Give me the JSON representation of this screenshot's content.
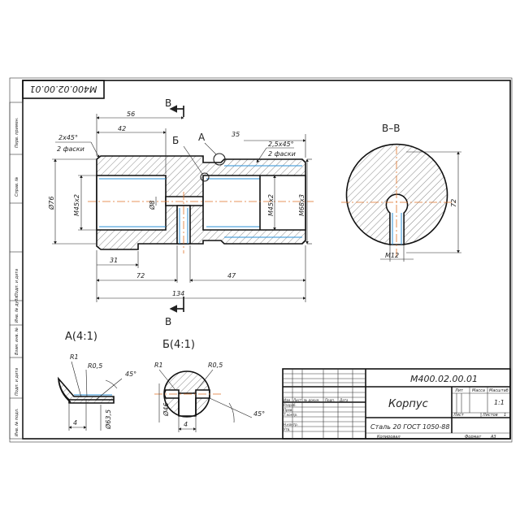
{
  "stamp_code": "М400.02.00.01",
  "title_block": {
    "code": "М400.02.00.01",
    "name": "Корпус",
    "material": "Сталь 20 ГОСТ 1050-88",
    "col_lit": "Лит",
    "col_mass": "Масса",
    "col_scale": "Масштаб",
    "scale_value": "1:1",
    "sheet_label": "Лист",
    "sheets_label": "Листов",
    "sheets_value": "1",
    "row_labels": [
      "Изм",
      "Лист",
      "№ докум.",
      "Подп.",
      "Дата"
    ],
    "people_labels": [
      "Разраб.",
      "Пров.",
      "Т.контр.",
      "",
      "Н.контр.",
      "Утв."
    ],
    "copied": "Копировал",
    "format": "Формат",
    "format_value": "А3"
  },
  "side_labels": [
    "Перв. примен.",
    "Справ. №",
    "Подп. и дата",
    "Инв. № дубл.",
    "Взам. инв. №",
    "Подп. и дата",
    "Инв. № подл."
  ],
  "main_view": {
    "section_letter_top": "В",
    "section_letter_bottom": "В",
    "detail_a": "А",
    "detail_b": "Б",
    "dims": {
      "d56": "56",
      "d42": "42",
      "d35": "35",
      "chamfer_left": "2х45°",
      "chamfer_left_note": "2 фаски",
      "chamfer_right": "2,5х45°",
      "chamfer_right_note": "2 фаски",
      "d76": "Ø76",
      "m45_left": "М45х2",
      "d8": "Ø8",
      "m45_right": "М45х2",
      "m68": "М68х3",
      "d31": "31",
      "d72": "72",
      "d47": "47",
      "d134": "134"
    }
  },
  "section_view": {
    "title": "В–В",
    "dim_72": "72",
    "dim_m12": "М12"
  },
  "detail_a_view": {
    "title": "А(4:1)",
    "r1": "R1",
    "r05": "R0,5",
    "angle": "45°",
    "width": "4",
    "dia": "Ø63,5"
  },
  "detail_b_view": {
    "title": "Б(4:1)",
    "r1": "R1",
    "r05": "R0,5",
    "dia": "Ø46",
    "width": "4",
    "angle": "45°"
  }
}
